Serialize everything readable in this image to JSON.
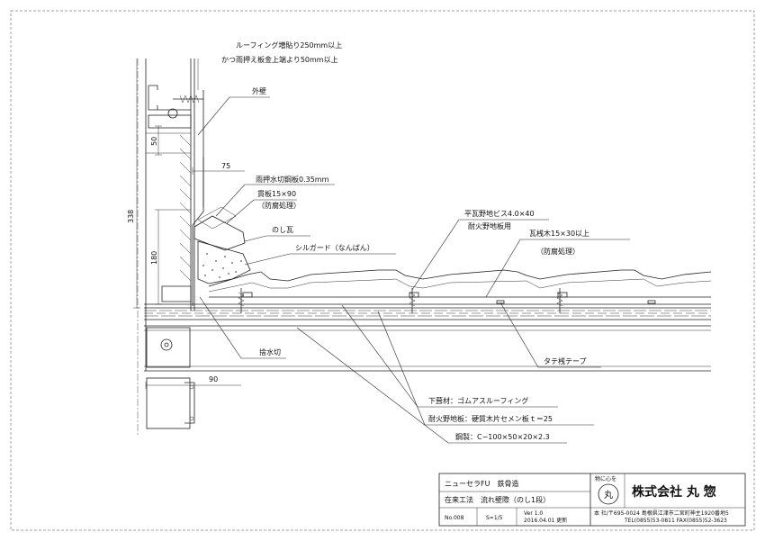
{
  "notes": {
    "roofing_overlap_1": "ルーフィング増貼り250mm以上",
    "roofing_overlap_2": "かつ雨押え板金上端より50mm以上"
  },
  "labels": {
    "exterior_wall": "外壁",
    "flashing": "雨押水切鋼板0.35mm",
    "nuki_1": "貫板15×90",
    "nuki_2": "（防腐処理）",
    "noshi": "のし瓦",
    "sill_guard": "シルガード（なんばん）",
    "screw_1": "平瓦野地ビス4.0×40",
    "screw_2": "耐火野地板用",
    "batten_1": "瓦桟木15×30以上",
    "batten_2": "（防腐処理）",
    "drip": "捨水切",
    "tape": "タテ桟テープ",
    "underlay": "下葺材：ゴムアスルーフィング",
    "sheathing": "耐火野地板：硬質木片セメン板ｔ＝25",
    "steel": "鋼製：C−100×50×20×2.3"
  },
  "dimensions": {
    "d50": "50",
    "d75": "75",
    "d338": "338",
    "d180": "180",
    "d90": "90"
  },
  "title_block": {
    "product": "ニューセラFU　鉄骨造",
    "method": "在来工法　流れ壁際（のし1段）",
    "drawing_no": "No.008",
    "scale": "S=1/5",
    "version": "Ver 1.0",
    "date": "2016.04.01 更新",
    "slogan": "物に心を",
    "logo_char": "丸",
    "company": "株式会社 丸 惣",
    "address": "本 社/〒695-0024 島根県江津市二宮町神主1920番地5",
    "tel": "TEL(0855)53-0811  FAX(0855)52-3623"
  }
}
